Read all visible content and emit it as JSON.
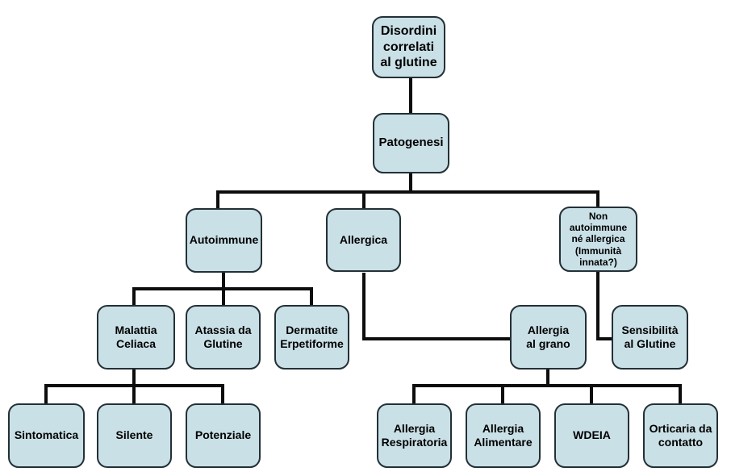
{
  "diagram": {
    "title": "Disordini correlati al glutine",
    "type": "flowchart-tree",
    "language": "it"
  },
  "colors": {
    "background": "#ffffff",
    "node_fill": "#c9e0e6",
    "node_border": "#233036",
    "connector": "#0d0d0d",
    "text": "#000000"
  },
  "nodes": {
    "root": {
      "label": "Disordini\ncorrelati\nal glutine"
    },
    "patogenesi": {
      "label": "Patogenesi"
    },
    "autoimmune": {
      "label": "Autoimmune"
    },
    "allergica": {
      "label": "Allergica"
    },
    "non_autoimmune": {
      "label": "Non\nautoimmune\nné allergica\n(Immunità\ninnata?)"
    },
    "malattia_celiaca": {
      "label": "Malattia\nCeliaca"
    },
    "atassia_da_glutine": {
      "label": "Atassia da\nGlutine"
    },
    "dermatite_erpetiforme": {
      "label": "Dermatite\nErpetiforme"
    },
    "allergia_al_grano": {
      "label": "Allergia\nal grano"
    },
    "sensibilita_al_glutine": {
      "label": "Sensibilità\nal Glutine"
    },
    "sintomatica": {
      "label": "Sintomatica"
    },
    "silente": {
      "label": "Silente"
    },
    "potenziale": {
      "label": "Potenziale"
    },
    "allergia_respiratoria": {
      "label": "Allergia\nRespiratoria"
    },
    "allergia_alimentare": {
      "label": "Allergia\nAlimentare"
    },
    "wdeia": {
      "label": "WDEIA"
    },
    "orticaria_da_contatto": {
      "label": "Orticaria da\ncontatto"
    }
  },
  "edges": [
    {
      "from": "root",
      "to": "patogenesi"
    },
    {
      "from": "patogenesi",
      "to": "autoimmune"
    },
    {
      "from": "patogenesi",
      "to": "allergica"
    },
    {
      "from": "patogenesi",
      "to": "non_autoimmune"
    },
    {
      "from": "autoimmune",
      "to": "malattia_celiaca"
    },
    {
      "from": "autoimmune",
      "to": "atassia_da_glutine"
    },
    {
      "from": "autoimmune",
      "to": "dermatite_erpetiforme"
    },
    {
      "from": "malattia_celiaca",
      "to": "sintomatica"
    },
    {
      "from": "malattia_celiaca",
      "to": "silente"
    },
    {
      "from": "malattia_celiaca",
      "to": "potenziale"
    },
    {
      "from": "allergica",
      "to": "allergia_al_grano"
    },
    {
      "from": "non_autoimmune",
      "to": "sensibilita_al_glutine"
    },
    {
      "from": "allergia_al_grano",
      "to": "allergia_respiratoria"
    },
    {
      "from": "allergia_al_grano",
      "to": "allergia_alimentare"
    },
    {
      "from": "allergia_al_grano",
      "to": "wdeia"
    },
    {
      "from": "allergia_al_grano",
      "to": "orticaria_da_contatto"
    }
  ]
}
